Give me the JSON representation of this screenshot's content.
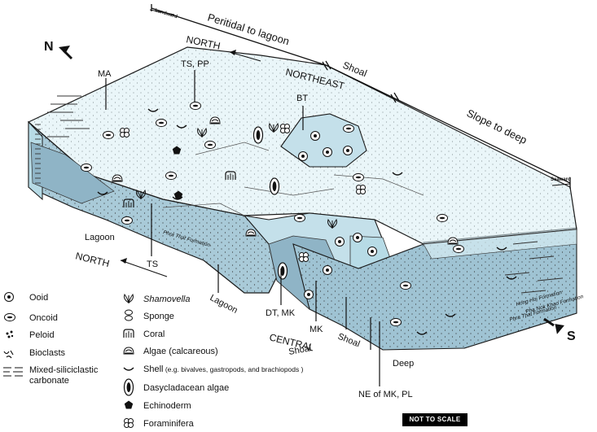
{
  "colors": {
    "platform": "#d8eef4",
    "platform_edge": "#b7dbe6",
    "lagoon": "#a9cad8",
    "lagoon_dark": "#8fb4c6",
    "shoal": "#c4e0ea",
    "front_face": "#9fc3d3",
    "basement": "#7f8b93",
    "stroke": "#1a1a1a"
  },
  "header": {
    "environment_top": "Peritidal to lagoon",
    "shoal": "Shoal",
    "slope": "Slope to deep",
    "landward": "Landward",
    "seaward": "Seaward"
  },
  "directions": {
    "compass_n": "N",
    "compass_s": "S",
    "north_top": "NORTH",
    "northeast": "NORTHEAST",
    "north_left": "NORTH",
    "central": "CENTRAL"
  },
  "locations": {
    "ma": "MA",
    "ts_pp": "TS, PP",
    "bt": "BT",
    "ts": "TS",
    "dt_mk": "DT, MK",
    "mk": "MK",
    "ne_mk_pl": "NE of MK, PL"
  },
  "zones": {
    "lagoon_left": "Lagoon",
    "lagoon_mid": "Lagoon",
    "shoal_central": "Shoal",
    "shoal_right": "Shoal",
    "deep": "Deep"
  },
  "formations": {
    "phra_that_top": "Phra That Formation",
    "hong_hoi": "Hong Hoi Formation",
    "pha_nok_khao": "Pha Nok Khao Formation",
    "phra_that_side": "Phra That Formation"
  },
  "legend_left": [
    {
      "icon": "ooid-icon",
      "label": "Ooid"
    },
    {
      "icon": "oncoid-icon",
      "label": "Oncoid"
    },
    {
      "icon": "peloid-icon",
      "label": "Peloid"
    },
    {
      "icon": "bioclasts-icon",
      "label": "Bioclasts"
    },
    {
      "icon": "mixed-siliciclastic-icon",
      "label": "Mixed-siliciclastic",
      "label2": "carbonate"
    }
  ],
  "legend_right": [
    {
      "icon": "shamovella-icon",
      "label": "Shamovella"
    },
    {
      "icon": "sponge-icon",
      "label": "Sponge"
    },
    {
      "icon": "coral-icon",
      "label": "Coral"
    },
    {
      "icon": "algae-icon",
      "label": "Algae (calcareous)"
    },
    {
      "icon": "shell-icon",
      "label": "Shell",
      "detail": " (e.g.  bivalves, gastropods, and brachiopods  )"
    },
    {
      "icon": "dasycladacean-icon",
      "label": "Dasycladacean algae"
    },
    {
      "icon": "echinoderm-icon",
      "label": "Echinoderm"
    },
    {
      "icon": "foraminifera-icon",
      "label": "Foraminifera"
    }
  ],
  "footer": {
    "not_to_scale": "NOT TO SCALE"
  }
}
